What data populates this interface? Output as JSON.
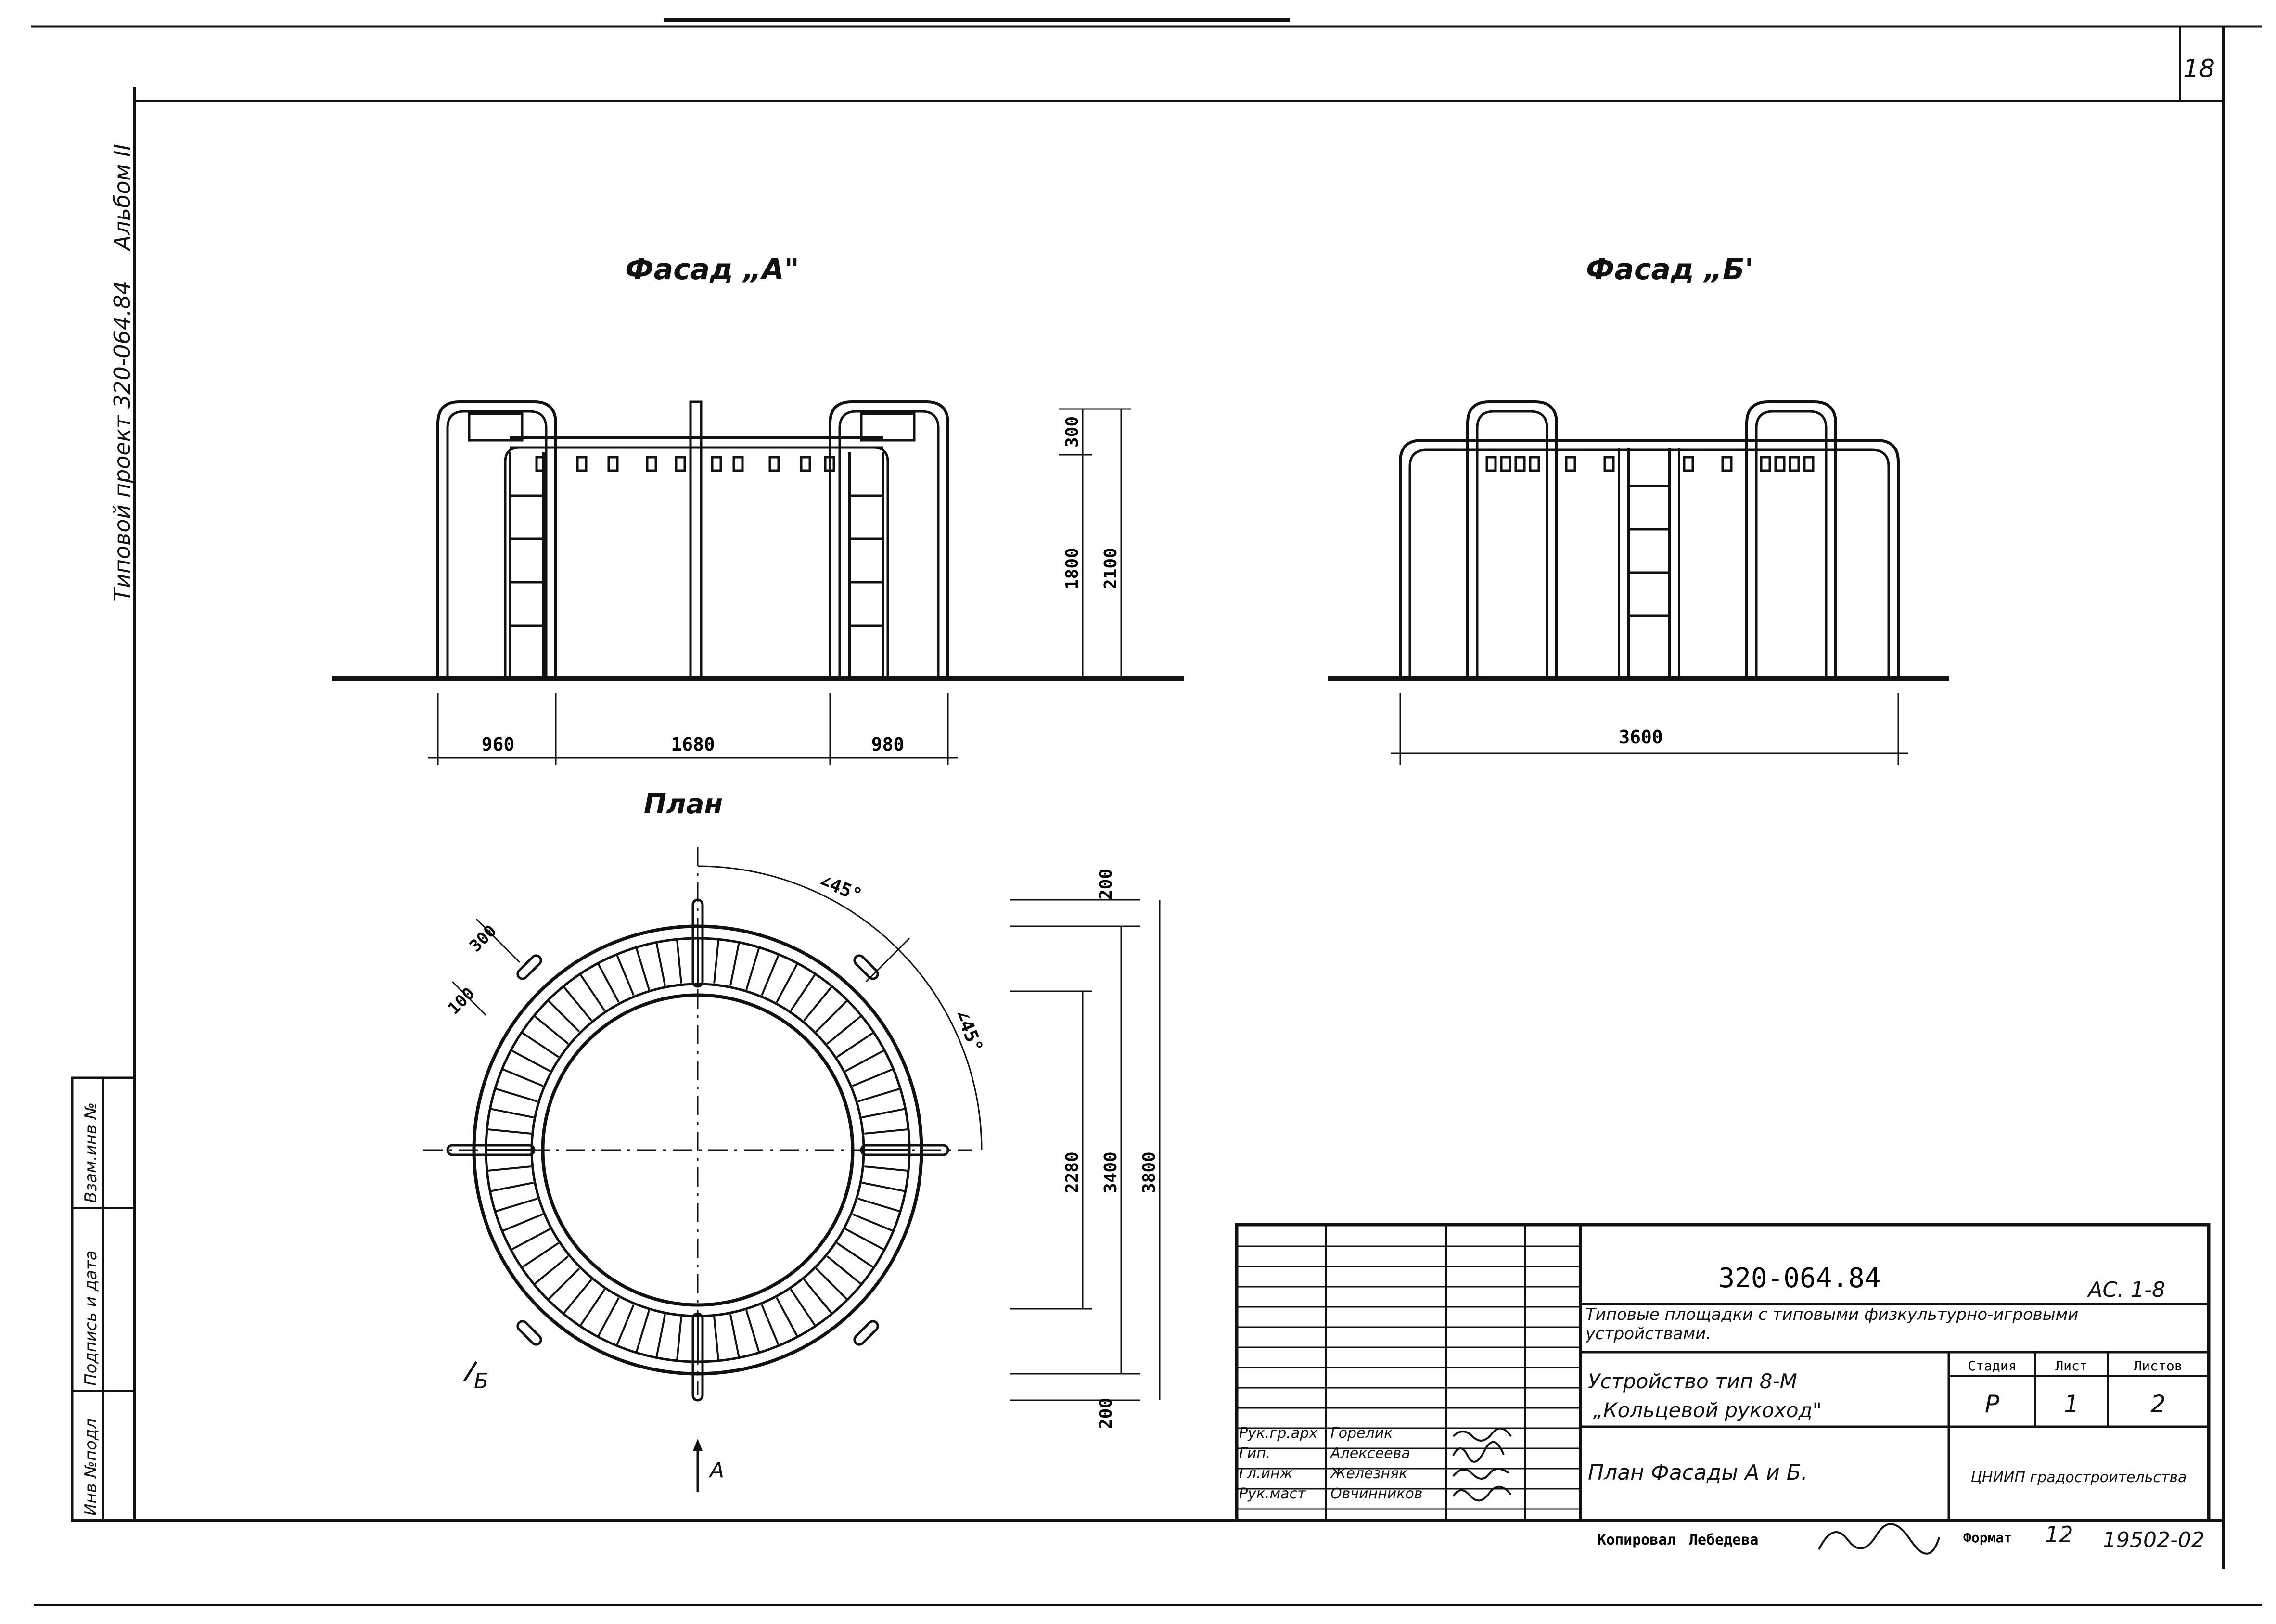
{
  "sheet_number": "18",
  "side_stamp": {
    "line1": "Типовой   проект 320-064.84",
    "line2": "Альбом II"
  },
  "side_table": {
    "col1": "Инв №подл",
    "col2": "Подпись и дата",
    "col3": "Взам.инв №"
  },
  "facade_a": {
    "title": "Фасад „А\"",
    "dims": [
      "960",
      "1680",
      "980"
    ],
    "heights": [
      "300",
      "1800",
      "2100"
    ]
  },
  "facade_b": {
    "title": "Фасад „Б'",
    "dims": [
      "3600"
    ]
  },
  "plan": {
    "title": "План",
    "angles": [
      "∠45°",
      "∠45°"
    ],
    "dims_left": [
      "300",
      "100"
    ],
    "dims_right": [
      "200",
      "2280",
      "3400",
      "3800",
      "200"
    ],
    "marker_a": "А",
    "marker_b": "Б"
  },
  "title_block": {
    "code": "320-064.84",
    "sheet_code": "АС. 1-8",
    "description": "Типовые площадки с типовыми физкультурно-игровыми устройствами.",
    "object_line1": "Устройство тип 8-М",
    "object_line2": "„Кольцевой рукоход\"",
    "drawing_title": "План  Фасады  А и Б.",
    "stage_header": "Стадия",
    "sheet_header": "Лист",
    "sheets_header": "Листов",
    "stage": "Р",
    "sheet": "1",
    "sheets": "2",
    "org": "ЦНИИП градостроительства",
    "roles": [
      {
        "role": "Рук.гр.арх",
        "name": "Горелик"
      },
      {
        "role": "Гип.",
        "name": "Алексеева"
      },
      {
        "role": "Гл.инж",
        "name": "Железняк"
      },
      {
        "role": "Рук.маст",
        "name": "Овчинников"
      }
    ]
  },
  "footer": {
    "copied_label": "Копировал",
    "copied_name": "Лебедева",
    "format_label": "Формат",
    "format_value": "12",
    "ref": "19502-02"
  }
}
